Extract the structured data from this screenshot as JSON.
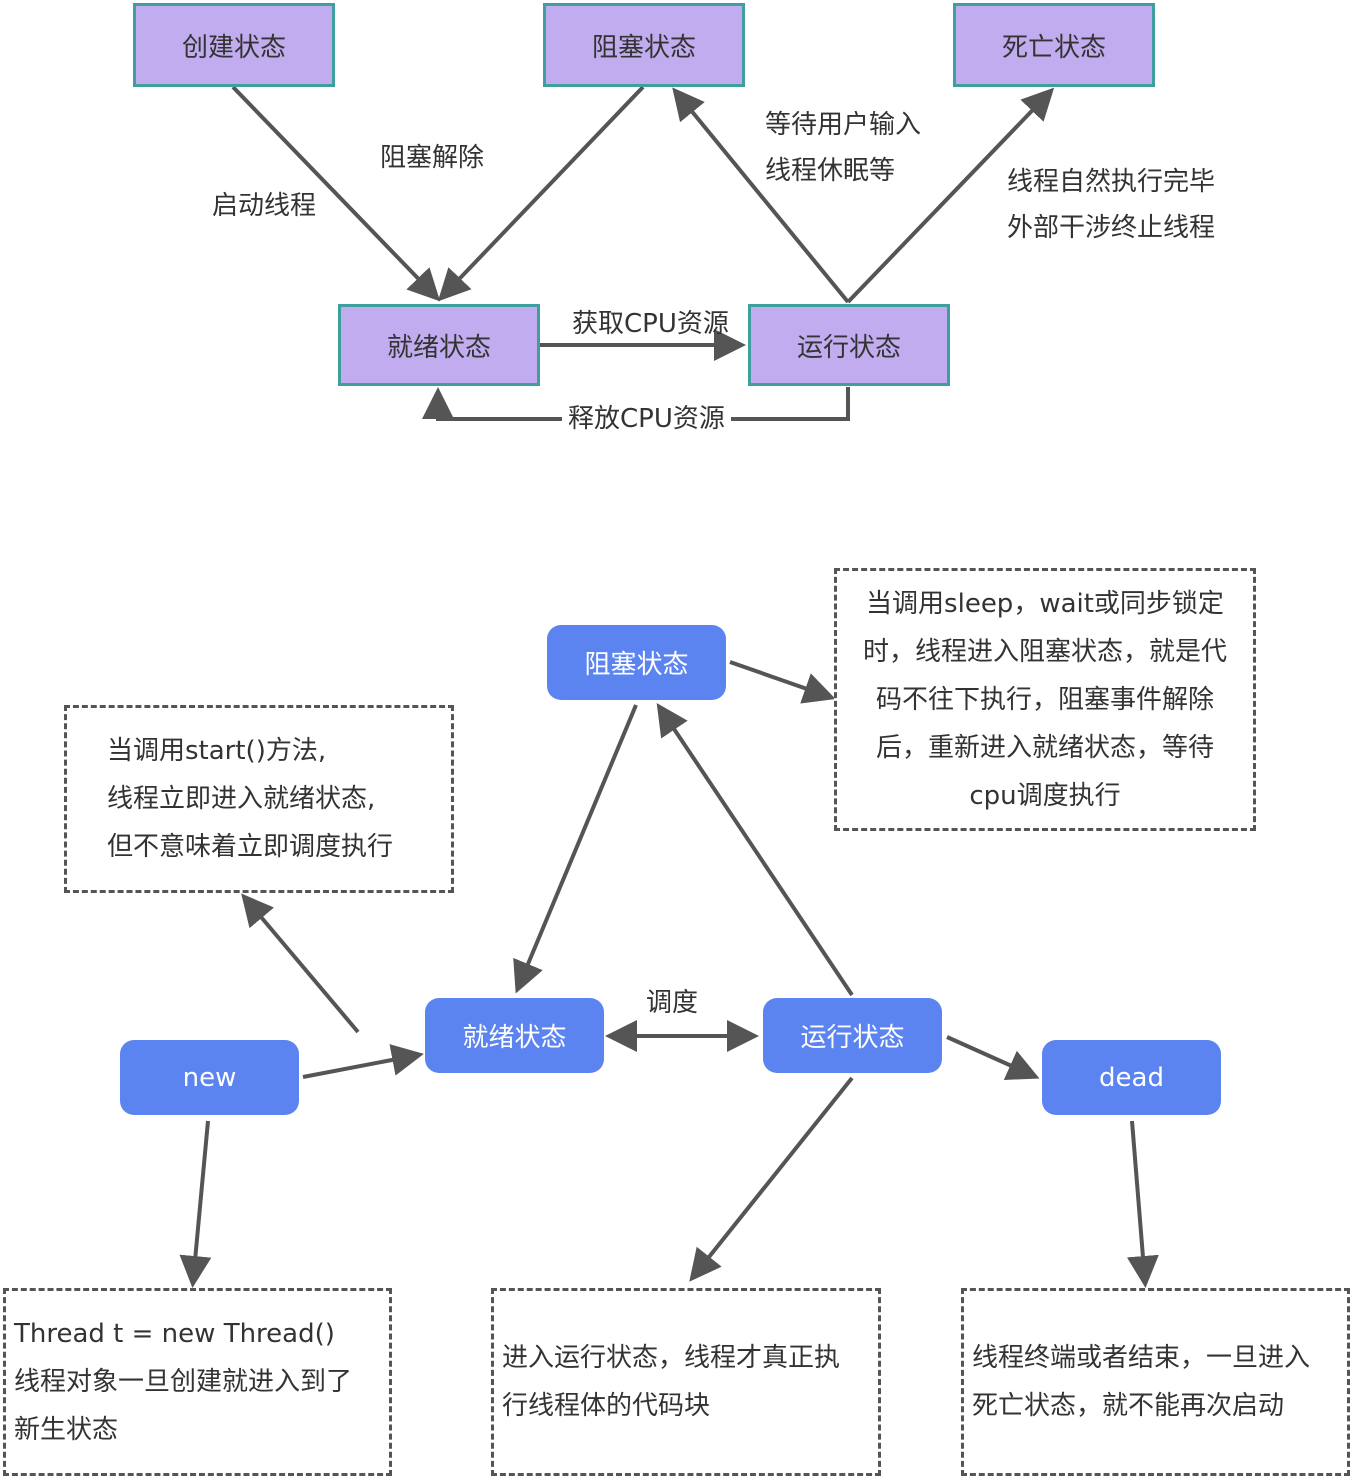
{
  "diagram1": {
    "states": {
      "create": "创建状态",
      "blocked": "阻塞状态",
      "dead": "死亡状态",
      "ready": "就绪状态",
      "running": "运行状态"
    },
    "labels": {
      "start_thread": "启动线程",
      "unblock": "阻塞解除",
      "wait_input_1": "等待用户输入",
      "wait_input_2": "线程休眠等",
      "finish_1": "线程自然执行完毕",
      "finish_2": "外部干涉终止线程",
      "get_cpu": "获取CPU资源",
      "release_cpu": "释放CPU资源"
    }
  },
  "diagram2": {
    "states": {
      "blocked": "阻塞状态",
      "ready": "就绪状态",
      "running": "运行状态",
      "new": "new",
      "dead": "dead"
    },
    "schedule_label": "调度",
    "notes": {
      "blocked": [
        "当调用sleep，wait或同步锁定",
        "时，线程进入阻塞状态，就是代",
        "码不往下执行，阻塞事件解除",
        "后，重新进入就绪状态，等待",
        "cpu调度执行"
      ],
      "start": [
        "当调用start()方法,",
        "线程立即进入就绪状态,",
        "但不意味着立即调度执行"
      ],
      "new": [
        "Thread t = new Thread()",
        "线程对象一旦创建就进入到了",
        "新生状态"
      ],
      "running": [
        "进入运行状态，线程才真正执",
        "行线程体的代码块"
      ],
      "dead": [
        "线程终端或者结束，一旦进入",
        "死亡状态，就不能再次启动"
      ]
    }
  },
  "colors": {
    "purple_fill": "#c0acee",
    "teal_border": "#3f9e9e",
    "blue_fill": "#5b84f0",
    "arrow": "#555555"
  }
}
